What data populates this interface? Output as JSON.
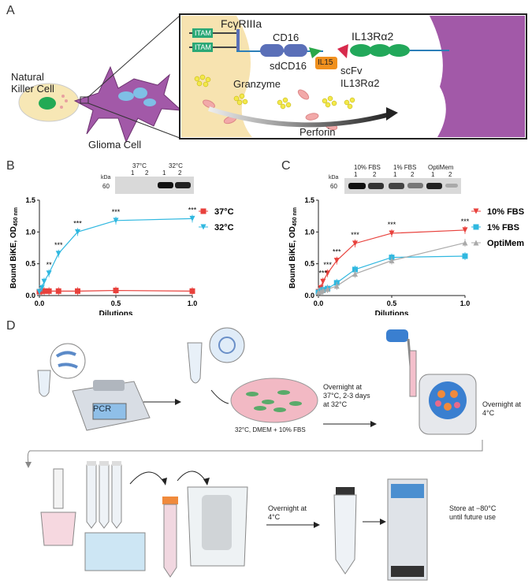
{
  "panels": {
    "a": "A",
    "b": "B",
    "c": "C",
    "d": "D"
  },
  "panel_a": {
    "nk_cell": "Natural\nKiller Cell",
    "glioma_cell": "Glioma Cell",
    "fcyriiia": "FcγRIIIa",
    "itam1": "ITAM",
    "itam2": "ITAM",
    "cd16": "CD16",
    "sdcd16": "sdCD16",
    "il15": "IL15",
    "il13ra2": "IL13Rα2",
    "scfv_1": "scFv",
    "scfv_2": "IL13Rα2",
    "granzyme": "Granzyme",
    "perforin": "Perforin"
  },
  "panel_b": {
    "blot": {
      "kda": "kDa",
      "marker": "60",
      "group1": "37°C",
      "group2": "32°C",
      "lanes": [
        "1",
        "2",
        "1",
        "2"
      ]
    },
    "significance": [
      "**",
      "***",
      "***",
      "***",
      "***"
    ],
    "legend_placement": "right"
  },
  "panel_c": {
    "blot": {
      "kda": "kDa",
      "marker": "60",
      "groups": [
        "10% FBS",
        "1% FBS",
        "OptiMem"
      ],
      "lanes": [
        "1",
        "2",
        "1",
        "2",
        "1",
        "2"
      ]
    },
    "significance": [
      "***",
      "***",
      "***",
      "***",
      "***",
      "***"
    ],
    "legend_placement": "right"
  },
  "chart_data": [
    {
      "type": "line",
      "xlabel": "Dilutions",
      "ylabel": "Bound BiKE, OD",
      "ylabel_sub": "450 nm",
      "xlim": [
        0,
        1.0
      ],
      "ylim": [
        0,
        1.5
      ],
      "xticks": [
        "0.0",
        "0.5",
        "1.0"
      ],
      "yticks": [
        "0.0",
        "0.5",
        "1.0",
        "1.5"
      ],
      "x": [
        0,
        0.016,
        0.031,
        0.0625,
        0.125,
        0.25,
        0.5,
        1.0
      ],
      "series": [
        {
          "name": "37°C",
          "color": "#e8413c",
          "marker": "square",
          "values": [
            0.06,
            0.07,
            0.07,
            0.07,
            0.07,
            0.07,
            0.08,
            0.07
          ]
        },
        {
          "name": "32°C",
          "color": "#30b8e0",
          "marker": "triangle-down",
          "values": [
            0.06,
            0.12,
            0.22,
            0.35,
            0.66,
            1.0,
            1.18,
            1.21
          ]
        }
      ]
    },
    {
      "type": "line",
      "xlabel": "Dilutions",
      "ylabel": "Bound BiKE, OD",
      "ylabel_sub": "450 nm",
      "xlim": [
        0,
        1.0
      ],
      "ylim": [
        0,
        1.5
      ],
      "xticks": [
        "0.0",
        "0.5",
        "1.0"
      ],
      "yticks": [
        "0.0",
        "0.5",
        "1.0",
        "1.5"
      ],
      "x": [
        0,
        0.016,
        0.031,
        0.0625,
        0.125,
        0.25,
        0.5,
        1.0
      ],
      "series": [
        {
          "name": "10% FBS",
          "color": "#e8413c",
          "marker": "triangle-down",
          "values": [
            0.06,
            0.12,
            0.22,
            0.35,
            0.55,
            0.82,
            0.98,
            1.03
          ]
        },
        {
          "name": "1% FBS",
          "color": "#30b8e0",
          "marker": "square",
          "values": [
            0.05,
            0.07,
            0.09,
            0.11,
            0.2,
            0.41,
            0.6,
            0.62
          ]
        },
        {
          "name": "OptiMem",
          "color": "#aaaaaa",
          "marker": "triangle-up",
          "values": [
            0.05,
            0.06,
            0.08,
            0.1,
            0.15,
            0.34,
            0.55,
            0.83
          ]
        }
      ]
    }
  ],
  "panel_d": {
    "pcr": "PCR",
    "media": "32°C, DMEM + 10% FBS",
    "step1": "Overnight at\n37°C, 2-3 days\nat 32°C",
    "step2": "Overnight at\n4°C",
    "step3": "Overnight at\n4°C",
    "step4": "Store at −80°C\nuntil future use"
  }
}
